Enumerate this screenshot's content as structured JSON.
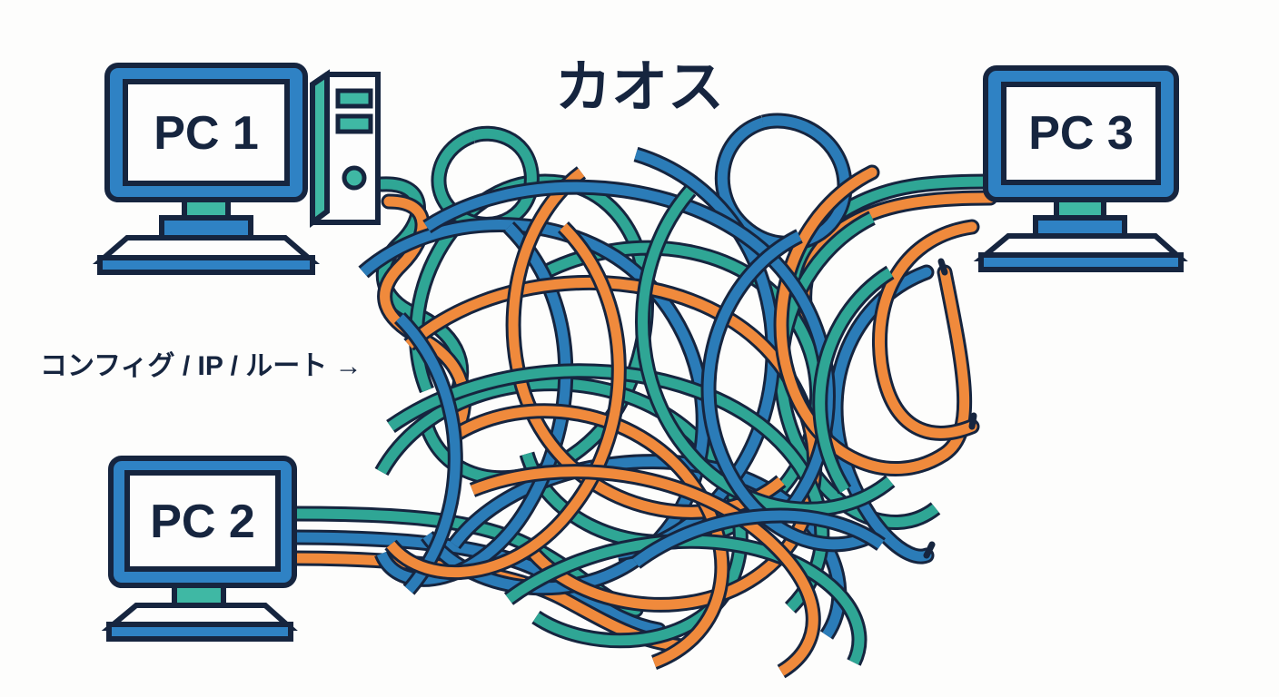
{
  "illustration": {
    "title": "カオス",
    "caption": "コンフィグ / IP / ルート →",
    "background_color": "#fdfdfc"
  },
  "palette": {
    "outline_navy": "#16253f",
    "cable_teal": "#2fa695",
    "cable_blue": "#2b7cb8",
    "cable_orange": "#f08a3c",
    "monitor_blue": "#2f82c4",
    "screen_white": "#fdfdfd",
    "tower_teal": "#3fb8a4",
    "text_navy": "#16253f"
  },
  "computers": [
    {
      "id": "pc1",
      "label": "PC 1",
      "has_tower": true
    },
    {
      "id": "pc2",
      "label": "PC 2",
      "has_tower": false
    },
    {
      "id": "pc3",
      "label": "PC 3",
      "has_tower": false
    }
  ],
  "cables": {
    "colors": [
      "#2fa695",
      "#2b7cb8",
      "#f08a3c"
    ],
    "loose_ends": 3,
    "description": "tangled cable mass"
  }
}
